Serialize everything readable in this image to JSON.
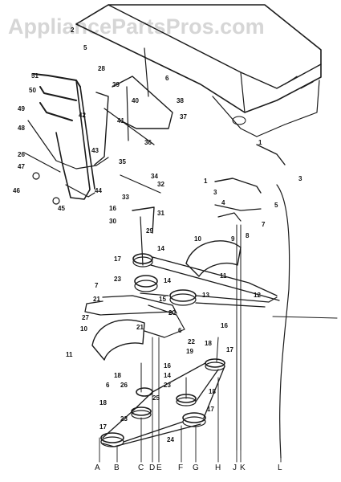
{
  "watermark": "AppliancePartsPros.com",
  "part_numbers": [
    "1",
    "2",
    "3",
    "4",
    "5",
    "6",
    "7",
    "8",
    "9",
    "10",
    "11",
    "12",
    "13",
    "14",
    "15",
    "16",
    "17",
    "18",
    "19",
    "20",
    "21",
    "22",
    "23",
    "24",
    "25",
    "26",
    "27",
    "28",
    "29",
    "30",
    "31",
    "32",
    "33",
    "34",
    "35",
    "36",
    "37",
    "38",
    "39",
    "40",
    "41",
    "42",
    "43",
    "44",
    "45",
    "46",
    "47",
    "48",
    "49",
    "50",
    "51"
  ],
  "reference_letters": [
    "A",
    "B",
    "C",
    "D",
    "E",
    "F",
    "G",
    "H",
    "J",
    "K",
    "L"
  ]
}
